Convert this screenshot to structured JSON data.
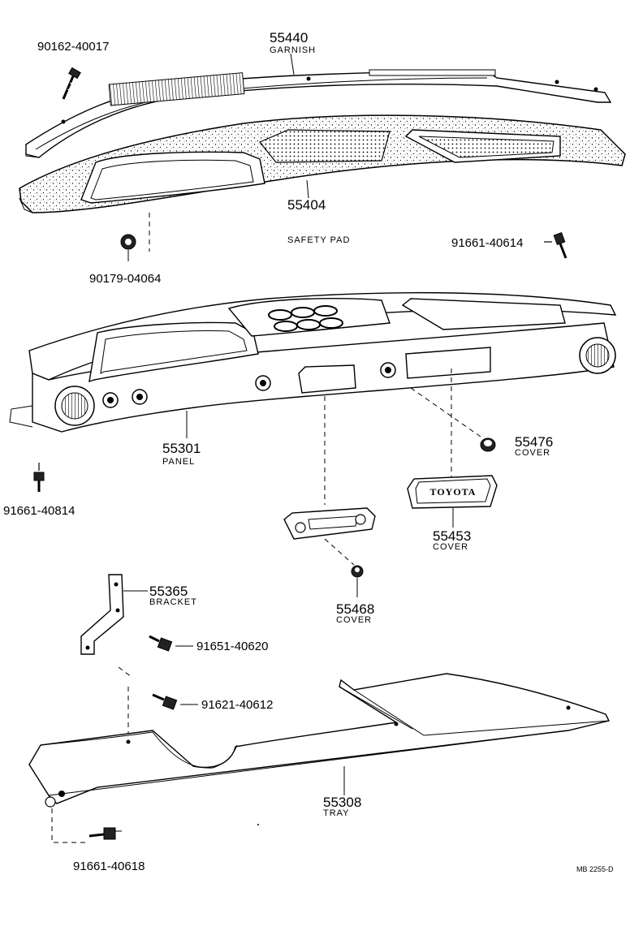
{
  "diagram_code": "MB 2255-D",
  "parts": {
    "garnish": {
      "number": "55440",
      "name": "GARNISH"
    },
    "safety_pad": {
      "number": "55404",
      "name": "SAFETY PAD"
    },
    "panel": {
      "number": "55301",
      "name": "PANEL"
    },
    "cover_55476": {
      "number": "55476",
      "name": "COVER"
    },
    "cover_55453": {
      "number": "55453",
      "name": "COVER"
    },
    "cover_55468": {
      "number": "55468",
      "name": "COVER"
    },
    "bracket": {
      "number": "55365",
      "name": "BRACKET"
    },
    "tray": {
      "number": "55308",
      "name": "TRAY"
    }
  },
  "fasteners": {
    "screw_top": "90162-40017",
    "clip_pad": "90179-04064",
    "bolt_right": "91661-40614",
    "bolt_left": "91661-40814",
    "bolt_bracket": "91651-40620",
    "bolt_tray": "91621-40612",
    "bolt_bottom": "91661-40618"
  },
  "badge_text": "TOYOTA"
}
